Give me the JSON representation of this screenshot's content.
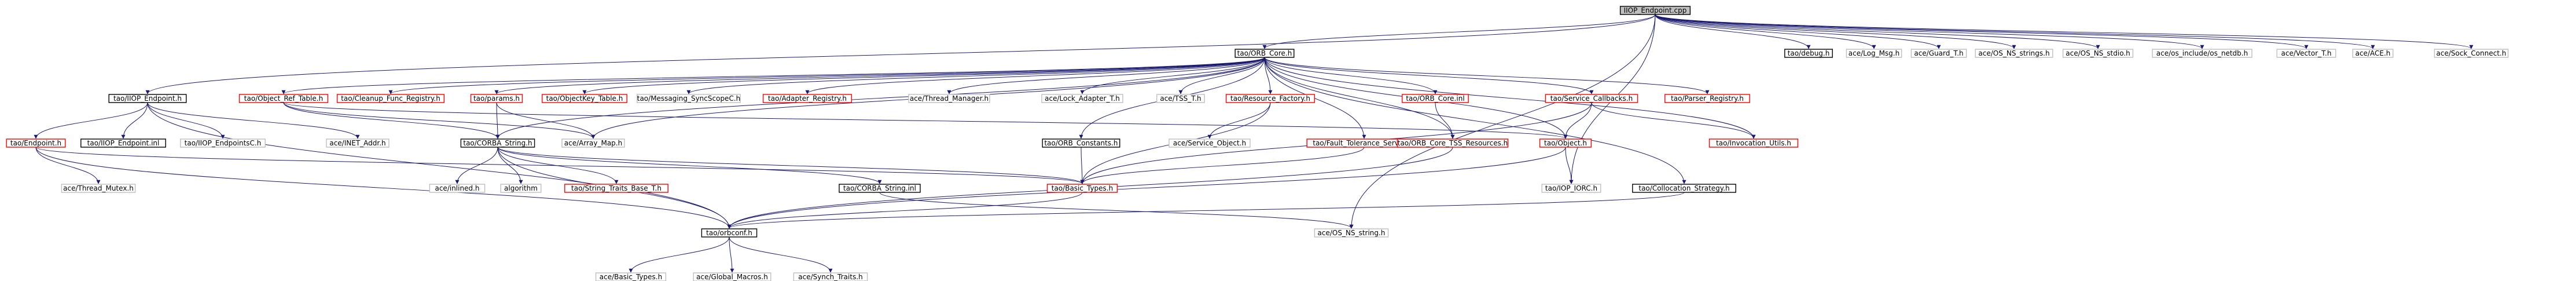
{
  "colors": {
    "root_fill": "#bfbfbf",
    "normal_border": "#000000",
    "linked_border": "#ff0000",
    "plain_border": "#bfbfbf",
    "edge": "#191970"
  },
  "nodes": [
    {
      "id": "root",
      "label": "IIOP_Endpoint.cpp",
      "kind": "root"
    },
    {
      "id": "debug",
      "label": "tao/debug.h",
      "kind": "normal"
    },
    {
      "id": "logmsg",
      "label": "ace/Log_Msg.h",
      "kind": "plain"
    },
    {
      "id": "guard",
      "label": "ace/Guard_T.h",
      "kind": "plain"
    },
    {
      "id": "osnsstrings",
      "label": "ace/OS_NS_strings.h",
      "kind": "plain"
    },
    {
      "id": "osnsstdio",
      "label": "ace/OS_NS_stdio.h",
      "kind": "plain"
    },
    {
      "id": "netdb",
      "label": "ace/os_include/os_netdb.h",
      "kind": "plain"
    },
    {
      "id": "vector",
      "label": "ace/Vector_T.h",
      "kind": "plain"
    },
    {
      "id": "acech",
      "label": "ace/ACE.h",
      "kind": "plain"
    },
    {
      "id": "sockconnect",
      "label": "ace/Sock_Connect.h",
      "kind": "plain"
    },
    {
      "id": "orbcore",
      "label": "tao/ORB_Core.h",
      "kind": "normal"
    },
    {
      "id": "iiopendpoint",
      "label": "tao/IIOP_Endpoint.h",
      "kind": "normal"
    },
    {
      "id": "objectreftable",
      "label": "tao/Object_Ref_Table.h",
      "kind": "linked"
    },
    {
      "id": "cleanupfunc",
      "label": "tao/Cleanup_Func_Registry.h",
      "kind": "linked"
    },
    {
      "id": "params",
      "label": "tao/params.h",
      "kind": "linked"
    },
    {
      "id": "objectkeytable",
      "label": "tao/ObjectKey_Table.h",
      "kind": "linked"
    },
    {
      "id": "messaging",
      "label": "tao/Messaging_SyncScopeC.h",
      "kind": "plain"
    },
    {
      "id": "adapterreg",
      "label": "tao/Adapter_Registry.h",
      "kind": "linked"
    },
    {
      "id": "threadmgr",
      "label": "ace/Thread_Manager.h",
      "kind": "plain"
    },
    {
      "id": "lockadapter",
      "label": "ace/Lock_Adapter_T.h",
      "kind": "plain"
    },
    {
      "id": "tss",
      "label": "ace/TSS_T.h",
      "kind": "plain"
    },
    {
      "id": "resourcefactory",
      "label": "tao/Resource_Factory.h",
      "kind": "linked"
    },
    {
      "id": "orbcoreinl",
      "label": "tao/ORB_Core.inl",
      "kind": "linked"
    },
    {
      "id": "servicecallbacks",
      "label": "tao/Service_Callbacks.h",
      "kind": "linked"
    },
    {
      "id": "parserreg",
      "label": "tao/Parser_Registry.h",
      "kind": "linked"
    },
    {
      "id": "endpoint",
      "label": "tao/Endpoint.h",
      "kind": "linked"
    },
    {
      "id": "iiopendpointinl",
      "label": "tao/IIOP_Endpoint.inl",
      "kind": "normal"
    },
    {
      "id": "iiopendpointsc",
      "label": "tao/IIOP_EndpointsC.h",
      "kind": "plain"
    },
    {
      "id": "inetaddr",
      "label": "ace/INET_Addr.h",
      "kind": "plain"
    },
    {
      "id": "corbastring",
      "label": "tao/CORBA_String.h",
      "kind": "normal"
    },
    {
      "id": "arraymap",
      "label": "ace/Array_Map.h",
      "kind": "plain"
    },
    {
      "id": "orbconstants",
      "label": "tao/ORB_Constants.h",
      "kind": "normal"
    },
    {
      "id": "serviceobject",
      "label": "ace/Service_Object.h",
      "kind": "plain"
    },
    {
      "id": "faulttolerance",
      "label": "tao/Fault_Tolerance_Service.h",
      "kind": "linked"
    },
    {
      "id": "orbcoretss",
      "label": "tao/ORB_Core_TSS_Resources.h",
      "kind": "linked"
    },
    {
      "id": "object",
      "label": "tao/Object.h",
      "kind": "linked"
    },
    {
      "id": "invocationutils",
      "label": "tao/Invocation_Utils.h",
      "kind": "linked"
    },
    {
      "id": "threadmutex",
      "label": "ace/Thread_Mutex.h",
      "kind": "plain"
    },
    {
      "id": "inlined",
      "label": "ace/inlined.h",
      "kind": "plain"
    },
    {
      "id": "algorithm",
      "label": "algorithm",
      "kind": "plain"
    },
    {
      "id": "stringtraits",
      "label": "tao/String_Traits_Base_T.h",
      "kind": "linked"
    },
    {
      "id": "corbastringinl",
      "label": "tao/CORBA_String.inl",
      "kind": "normal"
    },
    {
      "id": "basictypes",
      "label": "tao/Basic_Types.h",
      "kind": "linked"
    },
    {
      "id": "iiopiorc",
      "label": "tao/IOP_IORC.h",
      "kind": "plain"
    },
    {
      "id": "collocation",
      "label": "tao/Collocation_Strategy.h",
      "kind": "normal"
    },
    {
      "id": "orbconf",
      "label": "tao/orbconf.h",
      "kind": "normal"
    },
    {
      "id": "osnsstring",
      "label": "ace/OS_NS_string.h",
      "kind": "plain"
    },
    {
      "id": "acebasictypes",
      "label": "ace/Basic_Types.h",
      "kind": "plain"
    },
    {
      "id": "globalmacros",
      "label": "ace/Global_Macros.h",
      "kind": "plain"
    },
    {
      "id": "synchtraits",
      "label": "ace/Synch_Traits.h",
      "kind": "plain"
    }
  ],
  "edges": [
    [
      "root",
      "debug"
    ],
    [
      "root",
      "logmsg"
    ],
    [
      "root",
      "guard"
    ],
    [
      "root",
      "osnsstrings"
    ],
    [
      "root",
      "osnsstdio"
    ],
    [
      "root",
      "netdb"
    ],
    [
      "root",
      "vector"
    ],
    [
      "root",
      "acech"
    ],
    [
      "root",
      "sockconnect"
    ],
    [
      "root",
      "orbcore"
    ],
    [
      "root",
      "iiopendpoint"
    ],
    [
      "root",
      "iiopiorc"
    ],
    [
      "root",
      "osnsstring"
    ],
    [
      "orbcore",
      "objectreftable"
    ],
    [
      "orbcore",
      "cleanupfunc"
    ],
    [
      "orbcore",
      "params"
    ],
    [
      "orbcore",
      "objectkeytable"
    ],
    [
      "orbcore",
      "messaging"
    ],
    [
      "orbcore",
      "adapterreg"
    ],
    [
      "orbcore",
      "threadmgr"
    ],
    [
      "orbcore",
      "lockadapter"
    ],
    [
      "orbcore",
      "tss"
    ],
    [
      "orbcore",
      "resourcefactory"
    ],
    [
      "orbcore",
      "orbcoreinl"
    ],
    [
      "orbcore",
      "servicecallbacks"
    ],
    [
      "orbcore",
      "parserreg"
    ],
    [
      "orbcore",
      "orbconstants"
    ],
    [
      "orbcore",
      "faulttolerance"
    ],
    [
      "orbcore",
      "orbcoretss"
    ],
    [
      "orbcore",
      "object"
    ],
    [
      "orbcore",
      "invocationutils"
    ],
    [
      "orbcore",
      "collocation"
    ],
    [
      "orbcore",
      "arraymap"
    ],
    [
      "orbcore",
      "corbastring"
    ],
    [
      "iiopendpoint",
      "endpoint"
    ],
    [
      "iiopendpoint",
      "iiopendpointinl"
    ],
    [
      "iiopendpoint",
      "iiopendpointsc"
    ],
    [
      "iiopendpoint",
      "inetaddr"
    ],
    [
      "iiopendpoint",
      "orbconf"
    ],
    [
      "objectreftable",
      "arraymap"
    ],
    [
      "objectreftable",
      "corbastring"
    ],
    [
      "objectreftable",
      "object"
    ],
    [
      "params",
      "corbastring"
    ],
    [
      "params",
      "arraymap"
    ],
    [
      "endpoint",
      "threadmutex"
    ],
    [
      "endpoint",
      "basictypes"
    ],
    [
      "endpoint",
      "orbconf"
    ],
    [
      "corbastring",
      "inlined"
    ],
    [
      "corbastring",
      "algorithm"
    ],
    [
      "corbastring",
      "stringtraits"
    ],
    [
      "corbastring",
      "corbastringinl"
    ],
    [
      "corbastring",
      "basictypes"
    ],
    [
      "corbastring",
      "orbconf"
    ],
    [
      "resourcefactory",
      "serviceobject"
    ],
    [
      "resourcefactory",
      "basictypes"
    ],
    [
      "orbconstants",
      "basictypes"
    ],
    [
      "orbcoreinl",
      "orbcoretss"
    ],
    [
      "servicecallbacks",
      "object"
    ],
    [
      "servicecallbacks",
      "invocationutils"
    ],
    [
      "servicecallbacks",
      "basictypes"
    ],
    [
      "object",
      "iiopiorc"
    ],
    [
      "object",
      "orbconf"
    ],
    [
      "orbcoretss",
      "orbconf"
    ],
    [
      "faulttolerance",
      "basictypes"
    ],
    [
      "corbastringinl",
      "osnsstring"
    ],
    [
      "basictypes",
      "orbconf"
    ],
    [
      "collocation",
      "orbconf"
    ],
    [
      "orbconf",
      "acebasictypes"
    ],
    [
      "orbconf",
      "globalmacros"
    ],
    [
      "orbconf",
      "synchtraits"
    ]
  ]
}
